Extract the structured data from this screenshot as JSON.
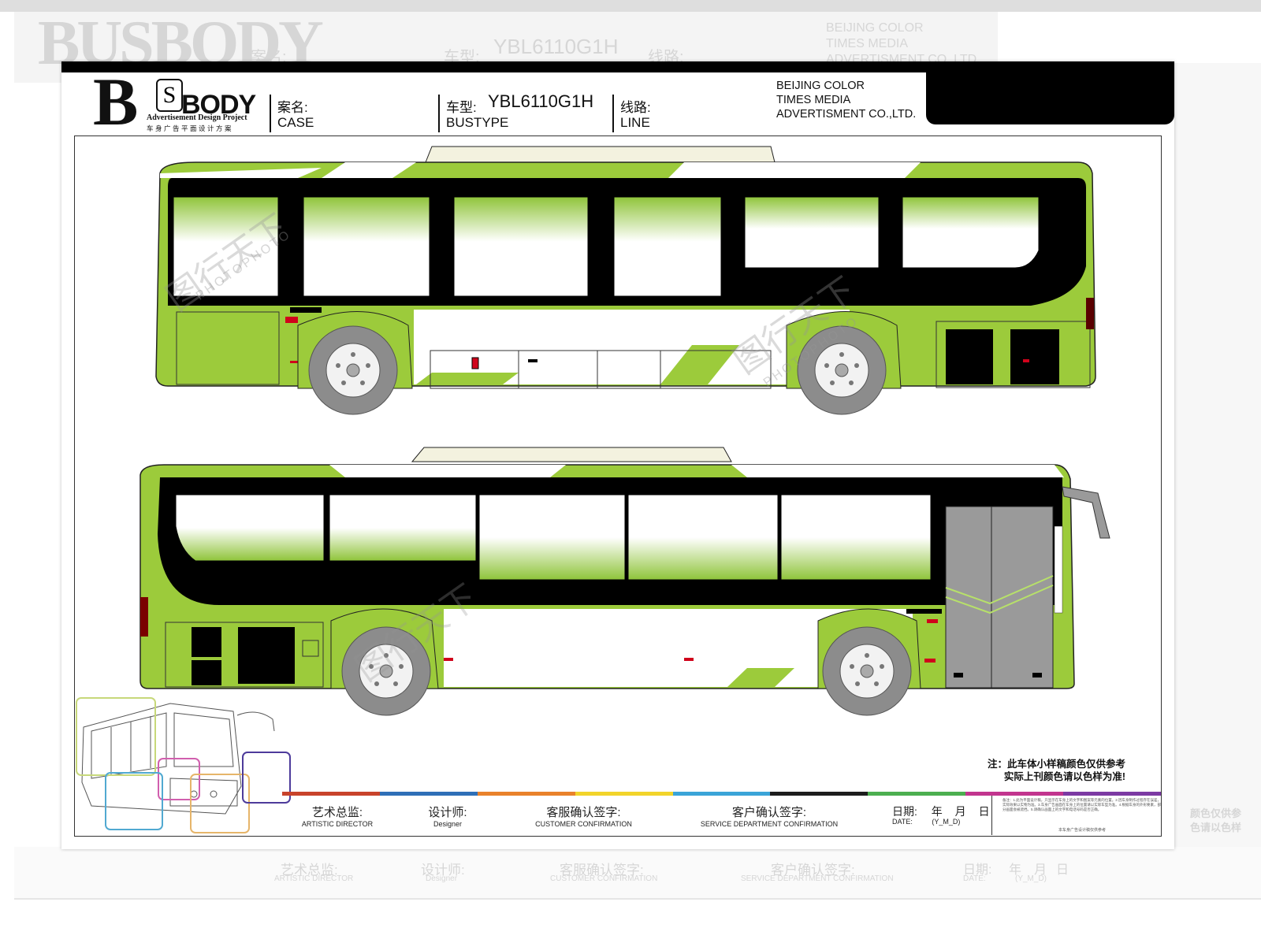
{
  "background": {
    "logo_text": "BUSBODY",
    "case_label": "案名:",
    "bustype_label": "车型:",
    "bustype_value": "YBL6110G1H",
    "line_label": "线路:",
    "company_lines": [
      "BEIJING COLOR",
      "TIMES MEDIA",
      "ADVERTISMENT CO.,LTD."
    ],
    "footer": [
      "艺术总监:",
      "ARTISTIC DIRECTOR",
      "设计师:",
      "Designer",
      "客服确认签字:",
      "CUSTOMER CONFIRMATION",
      "客户确认签字:",
      "SERVICE DEPARTMENT CONFIRMATION",
      "日期:",
      "年",
      "月",
      "日",
      "DATE:",
      "(Y_M_D)"
    ],
    "side_text": [
      "颜色仅供参",
      "色请以色样"
    ]
  },
  "header": {
    "logo": {
      "main": "BUSBODY",
      "subtitle": "Advertisement Design Project",
      "subtitle_cn": "车身广告平面设计方案"
    },
    "case": {
      "label_cn": "案名:",
      "label_en": "CASE"
    },
    "bustype": {
      "label_cn": "车型:",
      "label_en": "BUSTYPE",
      "value": "YBL6110G1H"
    },
    "line": {
      "label_cn": "线路:",
      "label_en": "LINE"
    },
    "company": [
      "BEIJING COLOR",
      "TIMES MEDIA",
      "ADVERTISMENT CO.,LTD."
    ]
  },
  "watermark": {
    "logo": "图行天下",
    "text": "PHOTOPHOTO"
  },
  "colors": {
    "bus_green": "#9ccb3b",
    "window_dark": "#000000",
    "wheel_gray": "#8c8c8c",
    "door_gray": "#9a9a9a",
    "accent_red": "#d0021b"
  },
  "color_bar": [
    "#c8432b",
    "#2e6fb7",
    "#e9822b",
    "#f2d42a",
    "#3aa4d8",
    "#1d1d1d",
    "#4caf50",
    "#c2358e",
    "#7c3aa3"
  ],
  "note": {
    "line1": "注：此车体小样稿颜色仅供参考",
    "line2": "实际上刊颜色请以色样为准!"
  },
  "footer": {
    "artistic_director": {
      "cn": "艺术总监:",
      "en": "ARTISTIC DIRECTOR"
    },
    "designer": {
      "cn": "设计师:",
      "en": "Designer"
    },
    "customer_confirmation": {
      "cn": "客服确认签字:",
      "en": "CUSTOMER CONFIRMATION"
    },
    "service_confirmation": {
      "cn": "客户确认签字:",
      "en": "SERVICE DEPARTMENT CONFIRMATION"
    },
    "date": {
      "cn": "日期:",
      "en": "DATE:",
      "year": "年",
      "month": "月",
      "day": "日",
      "format": "(Y_M_D)"
    }
  },
  "fine_print": "备注：1.此为平面设计稿，只显示在车身上的文字和图案等元素的位置。2.因车身制作过程存在误差，实际效果以实物为准。3.车身广告画面在车身上的位置请以实际车型为准。4.根据车身的外形要素，部分画面会被遮挡。5.请确认画面上的文字和电话号码是否正确。",
  "fine_print_footer": "本车身广告设计稿仅供参考"
}
